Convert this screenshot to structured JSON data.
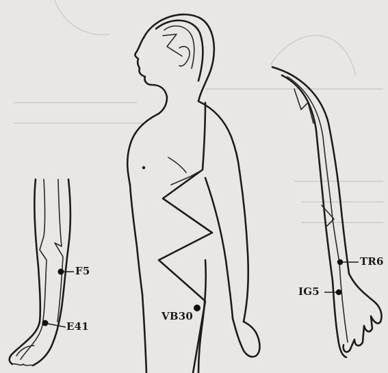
{
  "points": {
    "f5": "F5",
    "e41": "E41",
    "vb30": "VB30",
    "tr6": "TR6",
    "ig5": "IG5"
  },
  "colors": {
    "ink": "#1e1c1b",
    "paper": "#e9e7e4"
  }
}
